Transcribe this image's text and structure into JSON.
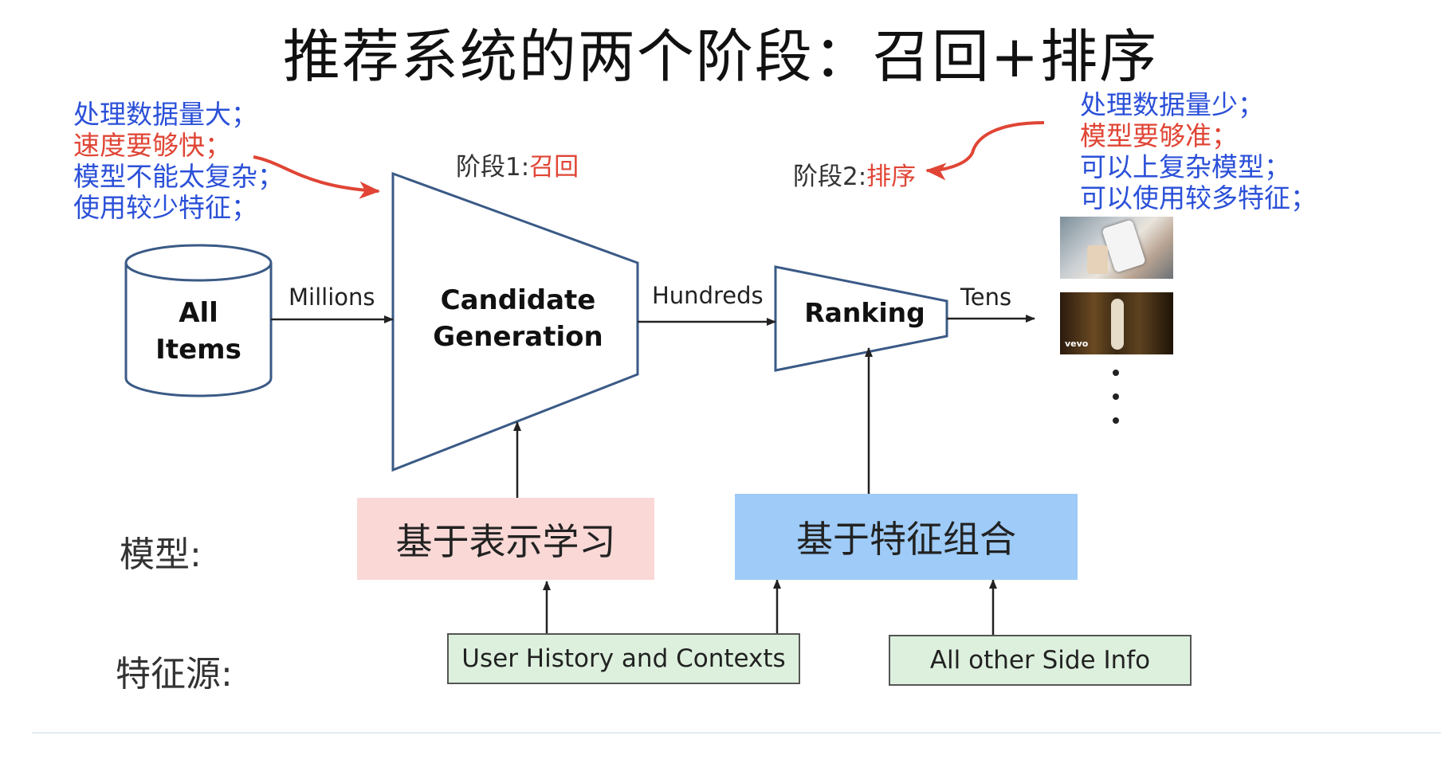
{
  "title": "推荐系统的两个阶段：召回+排序",
  "recall_notes": [
    {
      "text": "处理数据量大；",
      "color": "blue"
    },
    {
      "text": "速度要够快；",
      "color": "red"
    },
    {
      "text": "模型不能太复杂；",
      "color": "blue"
    },
    {
      "text": "使用较少特征；",
      "color": "blue"
    }
  ],
  "ranking_notes": [
    {
      "text": "处理数据量少；",
      "color": "blue"
    },
    {
      "text": "模型要够准；",
      "color": "red"
    },
    {
      "text": "可以上复杂模型；",
      "color": "blue"
    },
    {
      "text": "可以使用较多特征；",
      "color": "blue"
    }
  ],
  "stage1": {
    "prefix": "阶段1:",
    "name": "召回"
  },
  "stage2": {
    "prefix": "阶段2:",
    "name": "排序"
  },
  "nodes": {
    "all_items": [
      "All",
      "Items"
    ],
    "candidate_generation": [
      "Candidate",
      "Generation"
    ],
    "ranking": "Ranking"
  },
  "flow_labels": {
    "millions": "Millions",
    "hundreds": "Hundreds",
    "tens": "Tens"
  },
  "row_labels": {
    "model": "模型:",
    "feature_source": "特征源:"
  },
  "models": {
    "representation": "基于表示学习",
    "feature_combination": "基于特征组合"
  },
  "feature_sources": {
    "user_history": "User History and Contexts",
    "side_info": "All other Side Info"
  },
  "thumbnail_watermark": "vevo",
  "colors": {
    "note_blue": "#2b50d8",
    "note_red": "#e04535",
    "shape_stroke": "#3a5a86",
    "model_pink": "#f9d8d6",
    "model_blue": "#9ecbf7",
    "feature_green": "#ddf0dd"
  }
}
